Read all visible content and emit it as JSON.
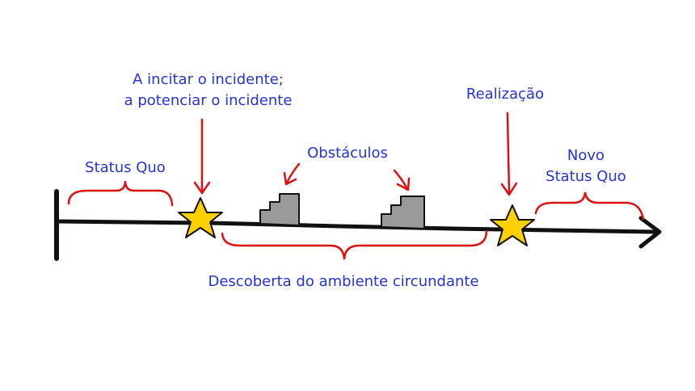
{
  "colors": {
    "text": "#2233dd",
    "line": "#111111",
    "arrow": "#dd1111",
    "bracket": "#dd1111",
    "star_fill": "#ffd000",
    "star_stroke": "#111111",
    "obstacle_fill": "#9a9a9a"
  },
  "labels": {
    "status_quo": "Status Quo",
    "inciting_line1": "A incitar o incidente;",
    "inciting_line2": "a potenciar o incidente",
    "obstacles": "Obstáculos",
    "realization": "Realização",
    "new_status_line1": "Novo",
    "new_status_line2": "Status Quo",
    "discovery": "Descoberta do ambiente circundante"
  },
  "icons": {
    "milestone": "star-icon",
    "obstacle": "stairs-icon"
  }
}
